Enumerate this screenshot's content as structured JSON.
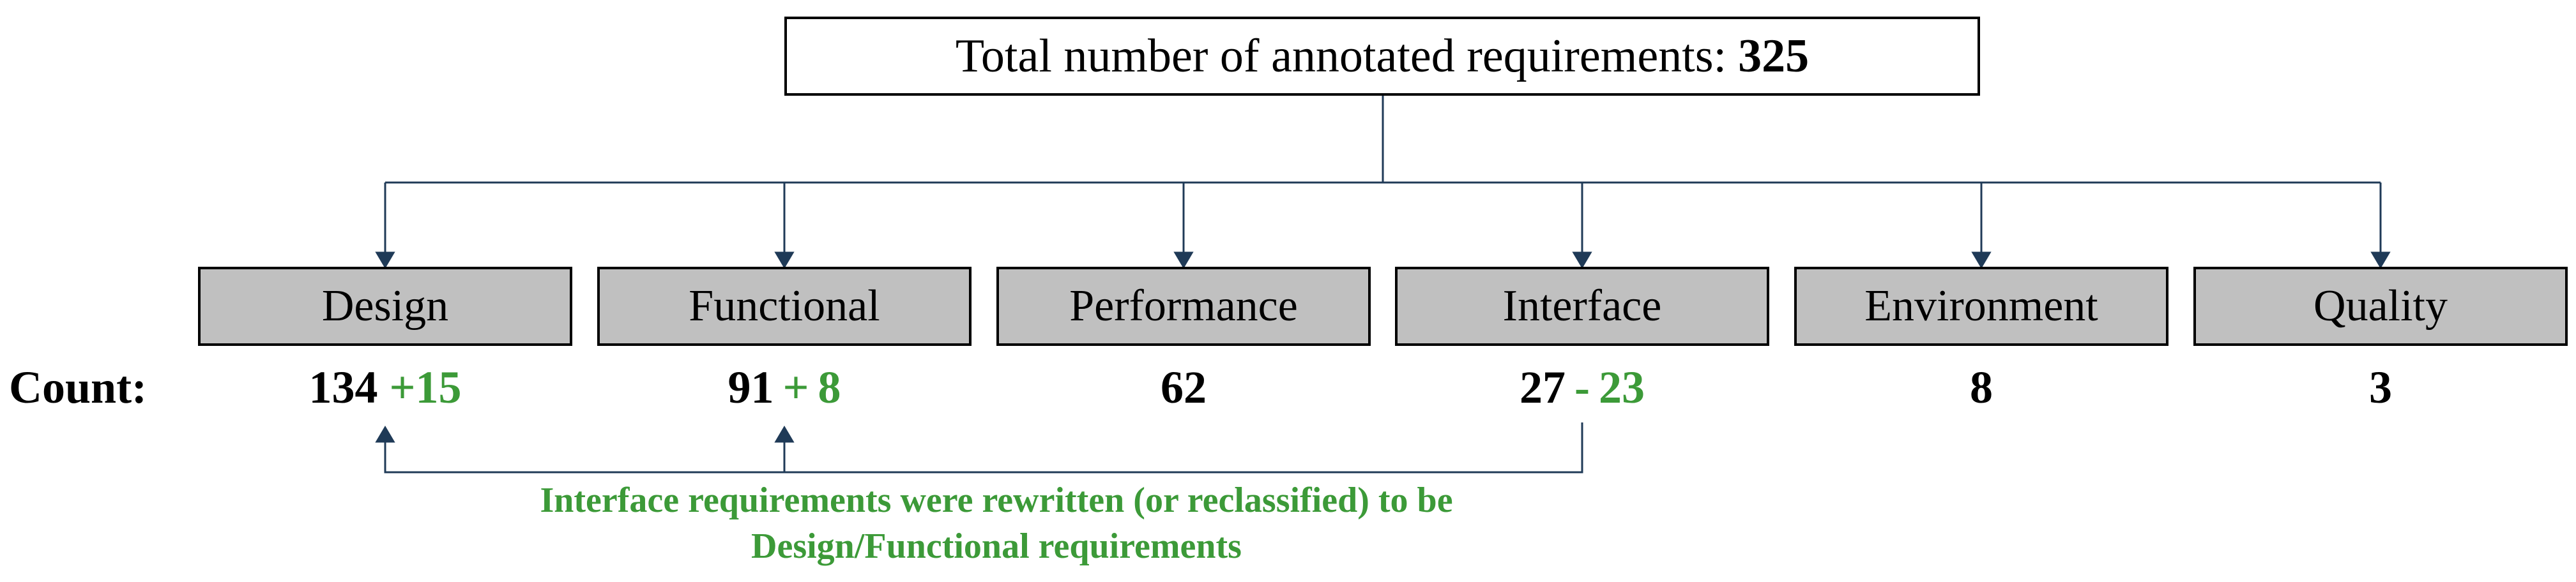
{
  "total": {
    "label": "Total number of annotated requirements:",
    "value": "325"
  },
  "count_label": "Count:",
  "categories": [
    {
      "name": "Design",
      "count": "134",
      "change": "+15"
    },
    {
      "name": "Functional",
      "count": "91",
      "change_sign": "+",
      "change": "8"
    },
    {
      "name": "Performance",
      "count": "62"
    },
    {
      "name": "Interface",
      "count": "27",
      "change_sign": "-",
      "change": "23"
    },
    {
      "name": "Environment",
      "count": "8"
    },
    {
      "name": "Quality",
      "count": "3"
    }
  ],
  "note": {
    "line1": "Interface requirements were rewritten (or reclassified) to be",
    "line2": "Design/Functional requirements"
  },
  "colors": {
    "connector": "#1f3a57",
    "category_fill": "#c0c0c0",
    "highlight": "#3c9a38"
  }
}
